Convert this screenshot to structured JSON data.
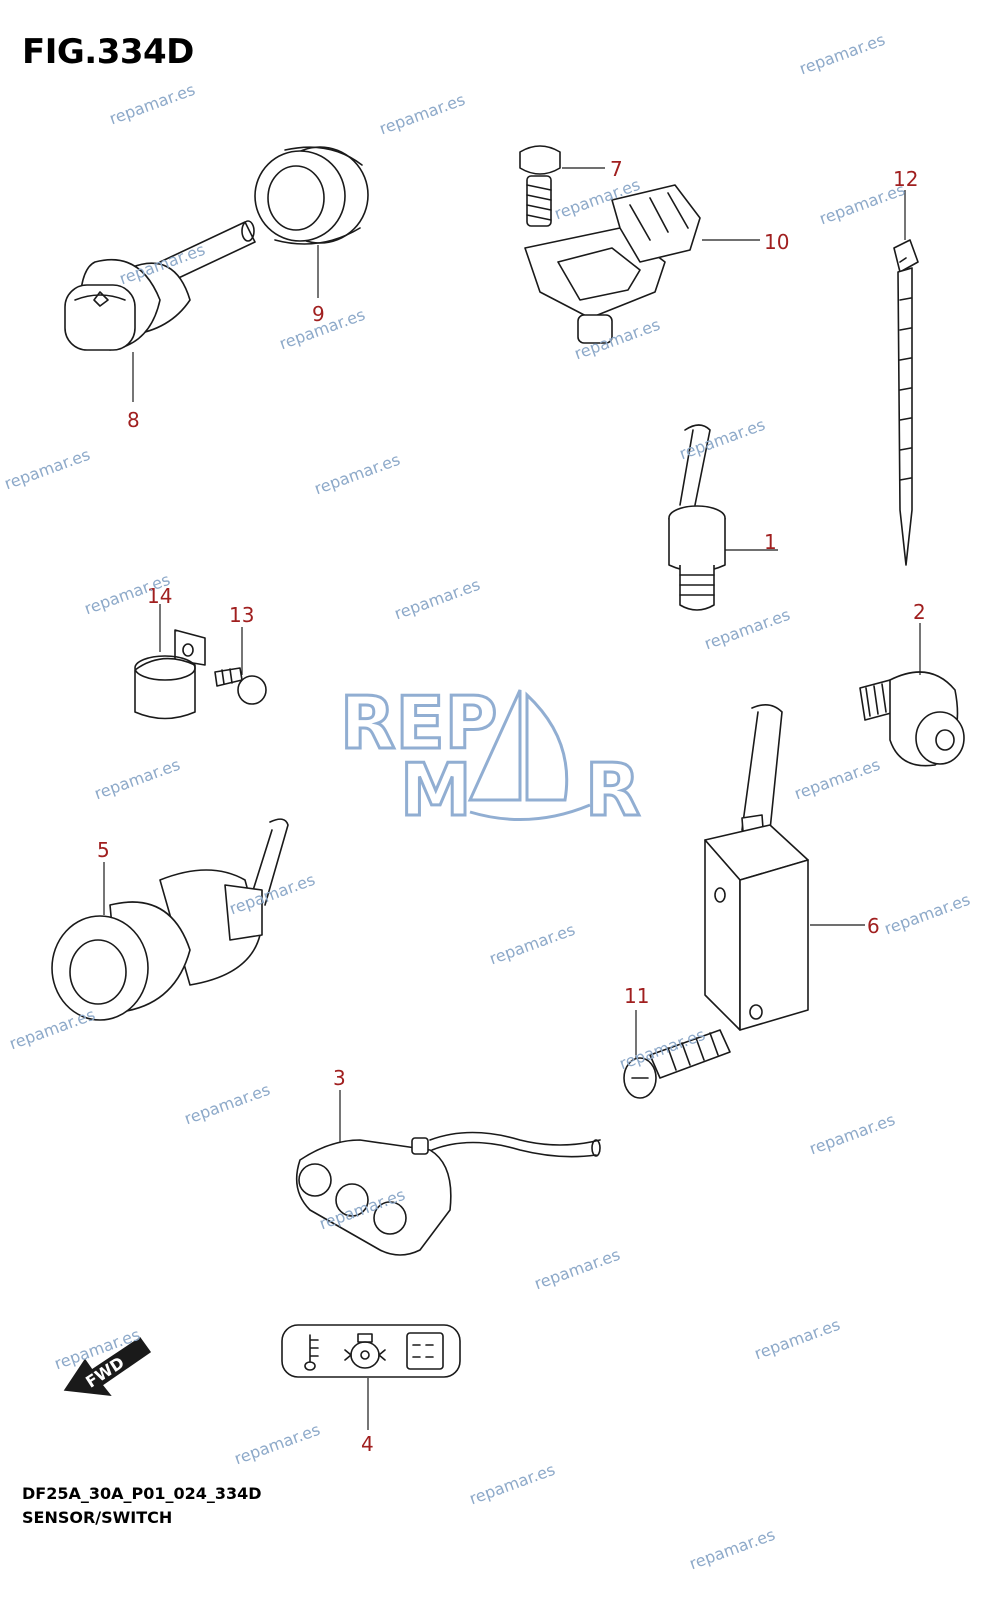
{
  "figure": {
    "title": "FIG.334D"
  },
  "footer": {
    "code": "DF25A_30A_P01_024_334D",
    "name": "SENSOR/SWITCH"
  },
  "callouts": [
    "1",
    "2",
    "3",
    "4",
    "5",
    "6",
    "7",
    "8",
    "9",
    "10",
    "11",
    "12",
    "13",
    "14"
  ],
  "fwd_label": "FWD",
  "watermark": {
    "text": "repamar.es",
    "color": "#8da9c9"
  },
  "logo": {
    "text_top": "REP",
    "text_bottom": "MAR",
    "color": "#6d93c3"
  },
  "label_color": "#a01f1f"
}
